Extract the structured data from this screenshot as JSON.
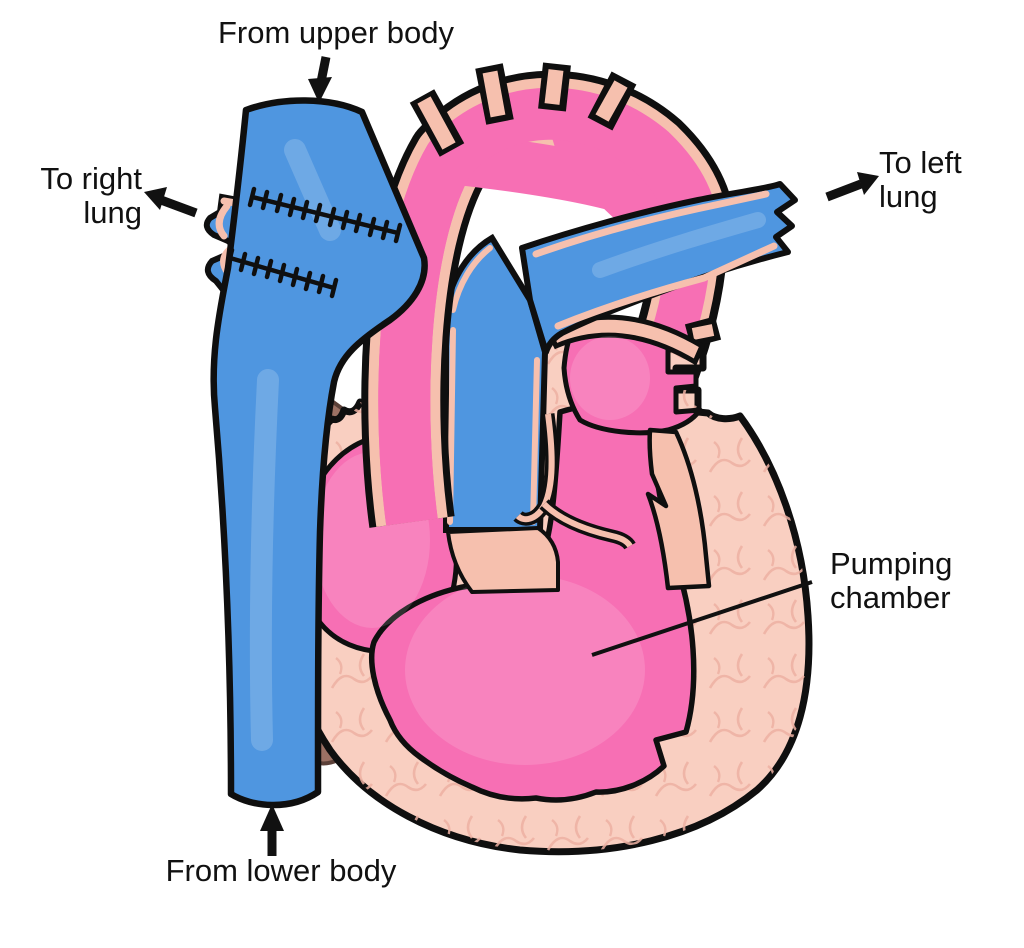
{
  "diagram": {
    "background_color": "#ffffff",
    "labels": {
      "from_upper_body": "From upper body",
      "to_right_lung": {
        "line1": "To right",
        "line2": "lung"
      },
      "to_left_lung": {
        "line1": "To left",
        "line2": "lung"
      },
      "pumping_chamber": {
        "line1": "Pumping",
        "line2": "chamber"
      },
      "from_lower_body": "From lower body"
    },
    "icons": {
      "from_upper_body_arrow": "down-arrow",
      "to_right_lung_arrow": "up-left-arrow",
      "to_left_lung_arrow": "up-right-arrow",
      "from_lower_body_arrow": "up-arrow",
      "pumping_chamber_pointer": "leader-line"
    },
    "colors": {
      "vessel_blue": "#4f96e0",
      "chamber_pink": "#f76fb4",
      "lining_peach": "#f6c0ae",
      "wall_peach": "#f9cfc1",
      "vein_texture": "#eeb0a2",
      "muscle_brown": "#9c7164",
      "outline_black": "#0f0f0f",
      "label_text": "#111111"
    }
  }
}
